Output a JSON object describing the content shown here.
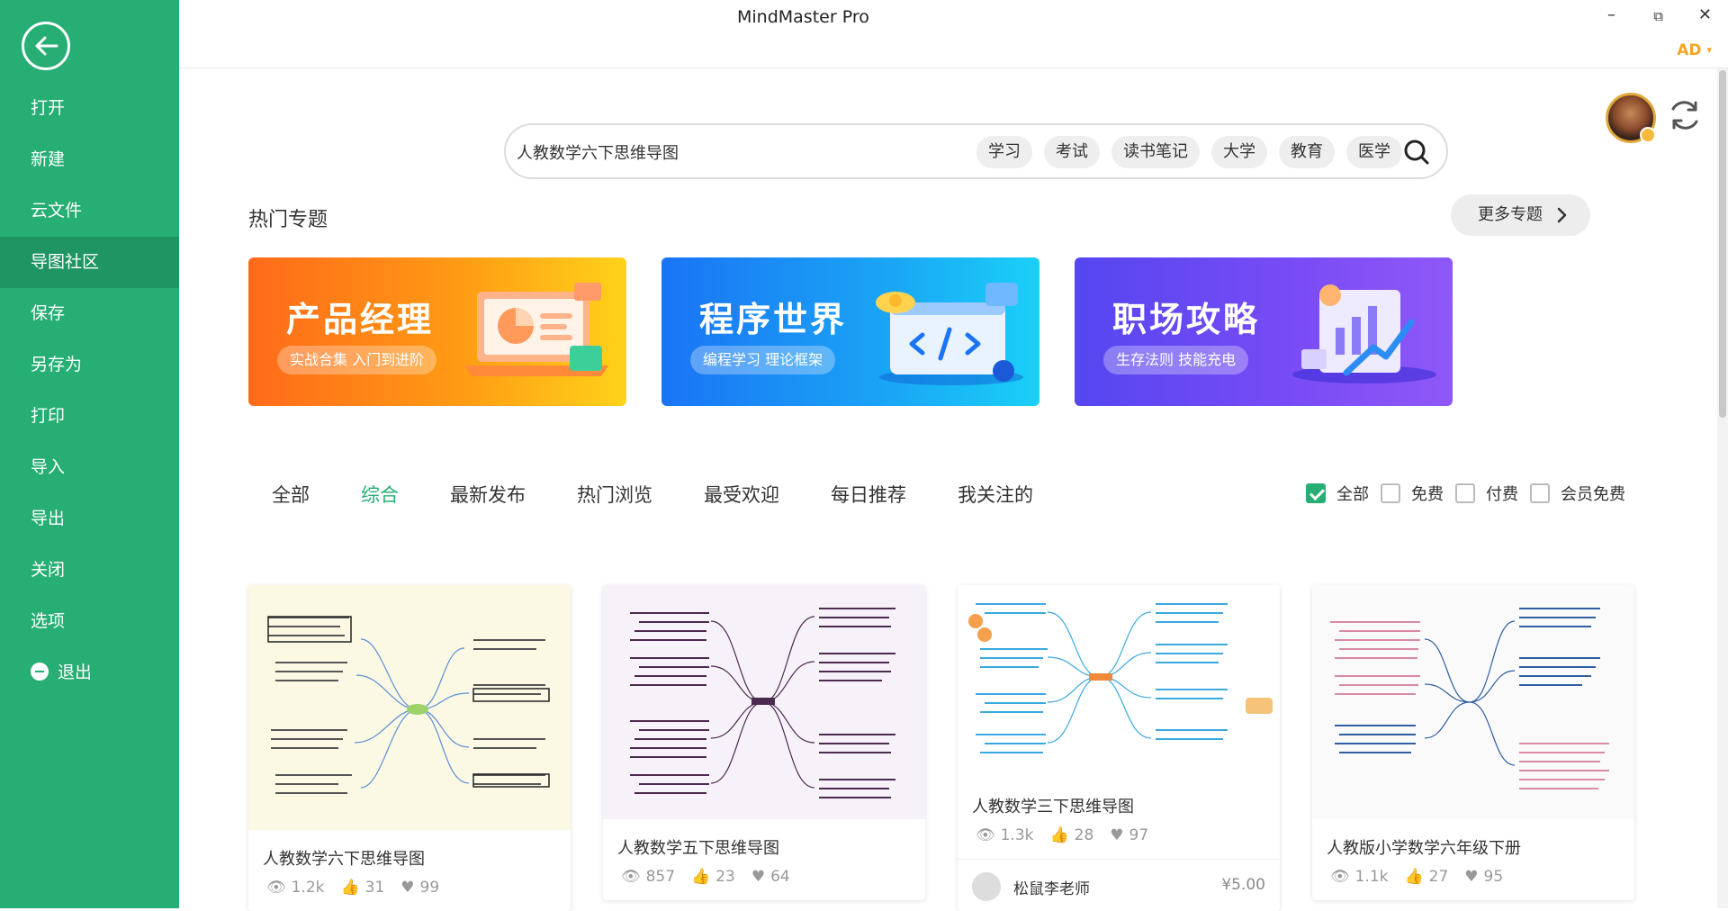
{
  "app": {
    "title": "MindMaster Pro",
    "badge": "AD"
  },
  "window": {
    "minimize": "–",
    "restore": "⧉",
    "close": "✕"
  },
  "sidebar": {
    "items": [
      {
        "label": "打开"
      },
      {
        "label": "新建"
      },
      {
        "label": "云文件"
      },
      {
        "label": "导图社区",
        "active": true
      },
      {
        "label": "保存"
      },
      {
        "label": "另存为"
      },
      {
        "label": "打印"
      },
      {
        "label": "导入"
      },
      {
        "label": "导出"
      },
      {
        "label": "关闭"
      },
      {
        "label": "选项"
      },
      {
        "label": "退出"
      }
    ]
  },
  "search": {
    "value": "人教数学六下思维导图",
    "tags": [
      "学习",
      "考试",
      "读书笔记",
      "大学",
      "教育",
      "医学"
    ]
  },
  "hot": {
    "title": "热门专题",
    "more_label": "更多专题",
    "banners": [
      {
        "title": "产品经理",
        "subtitle": "实战合集 入门到进阶"
      },
      {
        "title": "程序世界",
        "subtitle": "编程学习 理论框架"
      },
      {
        "title": "职场攻略",
        "subtitle": "生存法则 技能充电"
      }
    ]
  },
  "filters": {
    "tabs": [
      "全部",
      "综合",
      "最新发布",
      "热门浏览",
      "最受欢迎",
      "每日推荐",
      "我关注的"
    ],
    "active_tab": "综合",
    "checks": [
      {
        "label": "全部",
        "checked": true
      },
      {
        "label": "免费",
        "checked": false
      },
      {
        "label": "付费",
        "checked": false
      },
      {
        "label": "会员免费",
        "checked": false
      }
    ]
  },
  "cards": [
    {
      "title": "人教数学六下思维导图",
      "views": "1.2k",
      "likes": "31",
      "favs": "99",
      "theme": "#fbf9e4"
    },
    {
      "title": "人教数学五下思维导图",
      "views": "857",
      "likes": "23",
      "favs": "64",
      "theme": "#f7f2f9"
    },
    {
      "title": "人教数学三下思维导图",
      "views": "1.3k",
      "likes": "28",
      "favs": "97",
      "author": "松鼠李老师",
      "price": "¥5.00",
      "theme": "#ffffff"
    },
    {
      "title": "人教版小学数学六年级下册",
      "views": "1.1k",
      "likes": "27",
      "favs": "95",
      "theme": "#fbfafa"
    }
  ]
}
